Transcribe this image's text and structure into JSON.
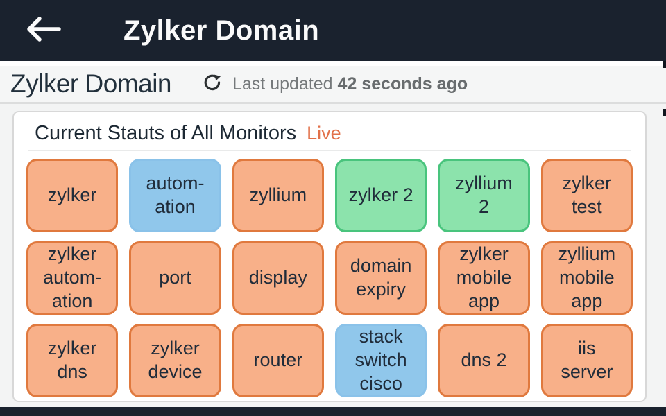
{
  "app_bar": {
    "title": "Zylker Domain",
    "back_icon": "arrow-left-icon"
  },
  "subheader": {
    "title": "Zylker Domain",
    "refresh_icon": "refresh-icon",
    "last_updated_label": "Last updated",
    "last_updated_value": "42 seconds ago"
  },
  "card": {
    "title": "Current Stauts of All Monitors",
    "live_badge": "Live",
    "status_colors": {
      "trouble": {
        "bg": "#f8b089",
        "border": "#e0793e"
      },
      "maintenance": {
        "bg": "#90c7eb",
        "border": "#8ac2e9"
      },
      "up": {
        "bg": "#8ce3ac",
        "border": "#49c47d"
      }
    },
    "monitors": [
      {
        "label": "zylker",
        "status": "trouble"
      },
      {
        "label": "autom-\nation",
        "status": "maintenance"
      },
      {
        "label": "zyllium",
        "status": "trouble"
      },
      {
        "label": "zylker 2",
        "status": "up"
      },
      {
        "label": "zyllium\n2",
        "status": "up"
      },
      {
        "label": "zylker\ntest",
        "status": "trouble"
      },
      {
        "label": "zylker\nautom-\nation",
        "status": "trouble"
      },
      {
        "label": "port",
        "status": "trouble"
      },
      {
        "label": "display",
        "status": "trouble"
      },
      {
        "label": "domain\nexpiry",
        "status": "trouble"
      },
      {
        "label": "zylker\nmobile\napp",
        "status": "trouble"
      },
      {
        "label": "zyllium\nmobile\napp",
        "status": "trouble"
      },
      {
        "label": "zylker\ndns",
        "status": "trouble"
      },
      {
        "label": "zylker\ndevice",
        "status": "trouble"
      },
      {
        "label": "router",
        "status": "trouble"
      },
      {
        "label": "stack\nswitch\ncisco",
        "status": "maintenance"
      },
      {
        "label": "dns 2",
        "status": "trouble"
      },
      {
        "label": "iis\nserver",
        "status": "trouble"
      }
    ]
  },
  "colors": {
    "app_bar_bg": "#1a222e",
    "bottom_bar_bg": "#1a222e",
    "accent_orange": "#e2714a",
    "text_dark": "#1e2a36"
  }
}
